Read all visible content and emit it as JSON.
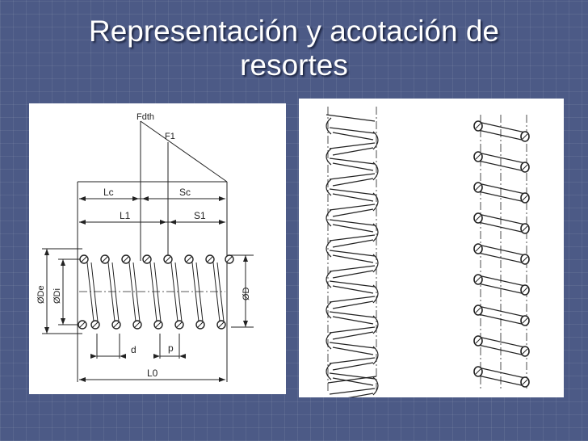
{
  "slide": {
    "title": "Representación y acotación de resortes"
  },
  "diagram_left": {
    "labels": {
      "f_dth": "Fdth",
      "f1": "F1",
      "lc": "Lc",
      "sc": "Sc",
      "l1": "L1",
      "s1": "S1",
      "de": "ØDe",
      "di": "ØDi",
      "d_outer": "ØD",
      "d_wire": "d",
      "pitch": "p",
      "l0": "L0"
    }
  },
  "colors": {
    "background": "#4c5a86",
    "title_text": "#ffffff",
    "panel": "#ffffff",
    "ink": "#222222"
  }
}
